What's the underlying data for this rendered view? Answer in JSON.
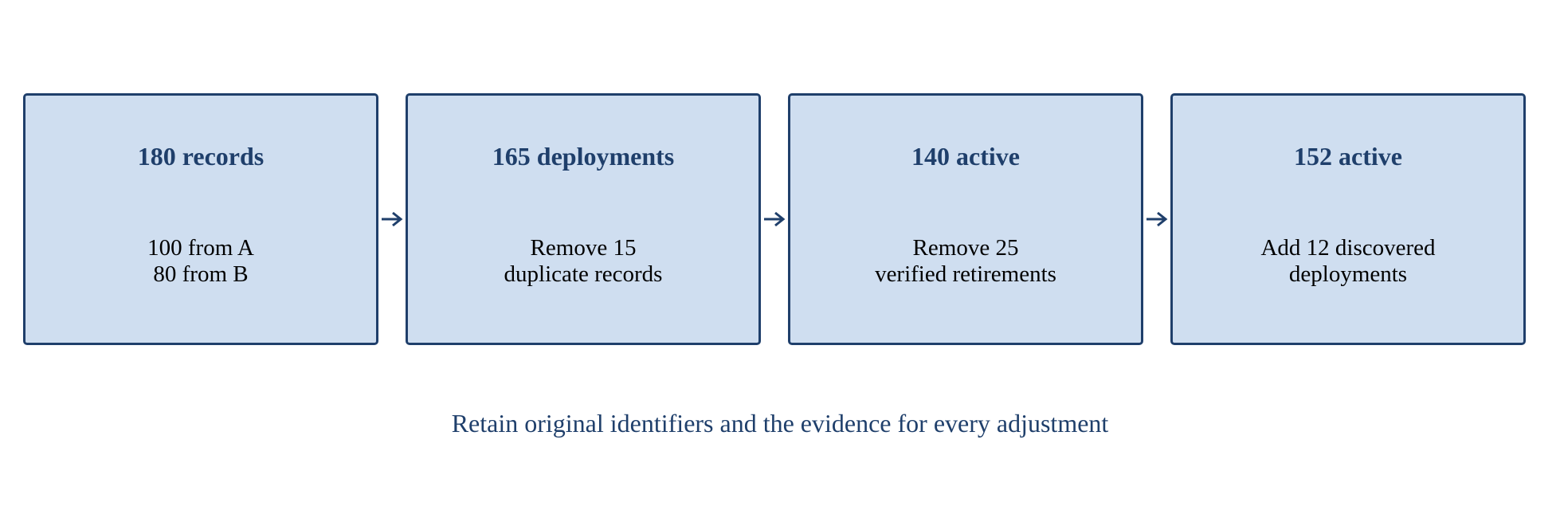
{
  "colors": {
    "box_fill": "#cfdef0",
    "box_border": "#1f3f6b",
    "title_text": "#1f3f6b",
    "body_text": "#000000",
    "caption_text": "#1f3f6b"
  },
  "steps": [
    {
      "title": "180 records",
      "lines": [
        "100 from A",
        "80 from B"
      ]
    },
    {
      "title": "165 deployments",
      "lines": [
        "Remove 15",
        "duplicate records"
      ]
    },
    {
      "title": "140 active",
      "lines": [
        "Remove 25",
        "verified retirements"
      ]
    },
    {
      "title": "152 active",
      "lines": [
        "Add 12 discovered",
        "deployments"
      ]
    }
  ],
  "connectors": [
    {
      "from": 0,
      "to": 1,
      "icon": "arrow-right-icon"
    },
    {
      "from": 1,
      "to": 2,
      "icon": "arrow-right-icon"
    },
    {
      "from": 2,
      "to": 3,
      "icon": "arrow-right-icon"
    }
  ],
  "caption": "Retain original identifiers and the evidence for every adjustment"
}
